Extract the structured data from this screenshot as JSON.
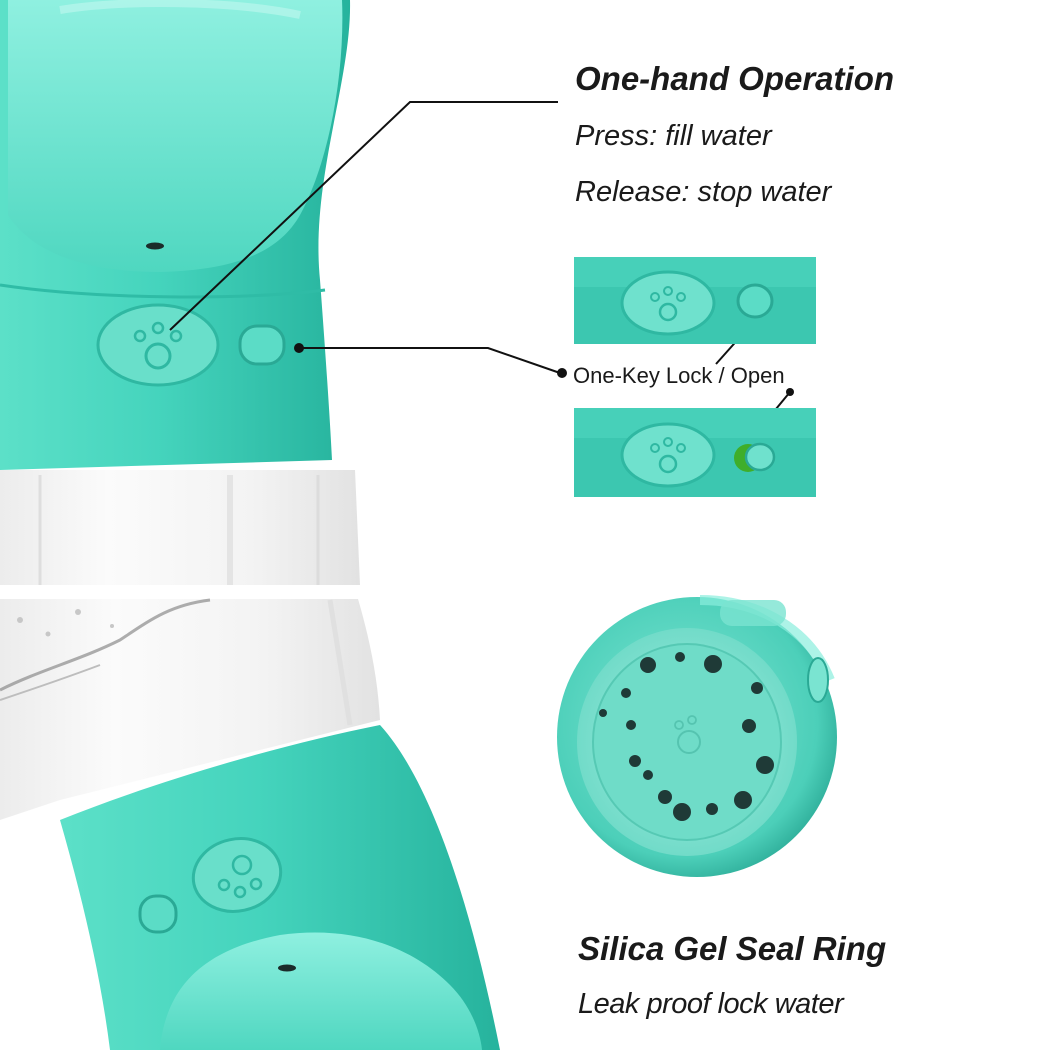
{
  "top_feature": {
    "title": "One-hand Operation",
    "lines": [
      "Press: fill water",
      "Release: stop water"
    ]
  },
  "lock_callout": {
    "label": "One-Key Lock / Open"
  },
  "bottom_feature": {
    "title": "Silica Gel Seal Ring",
    "subtitle": "Leak proof lock water"
  },
  "colors": {
    "body_teal": "#3ed0b8",
    "light_teal": "#6ee6d2",
    "dark_teal": "#21a893",
    "lock_green": "#3fae2a",
    "text": "#1a1a1a",
    "background": "#ffffff"
  }
}
